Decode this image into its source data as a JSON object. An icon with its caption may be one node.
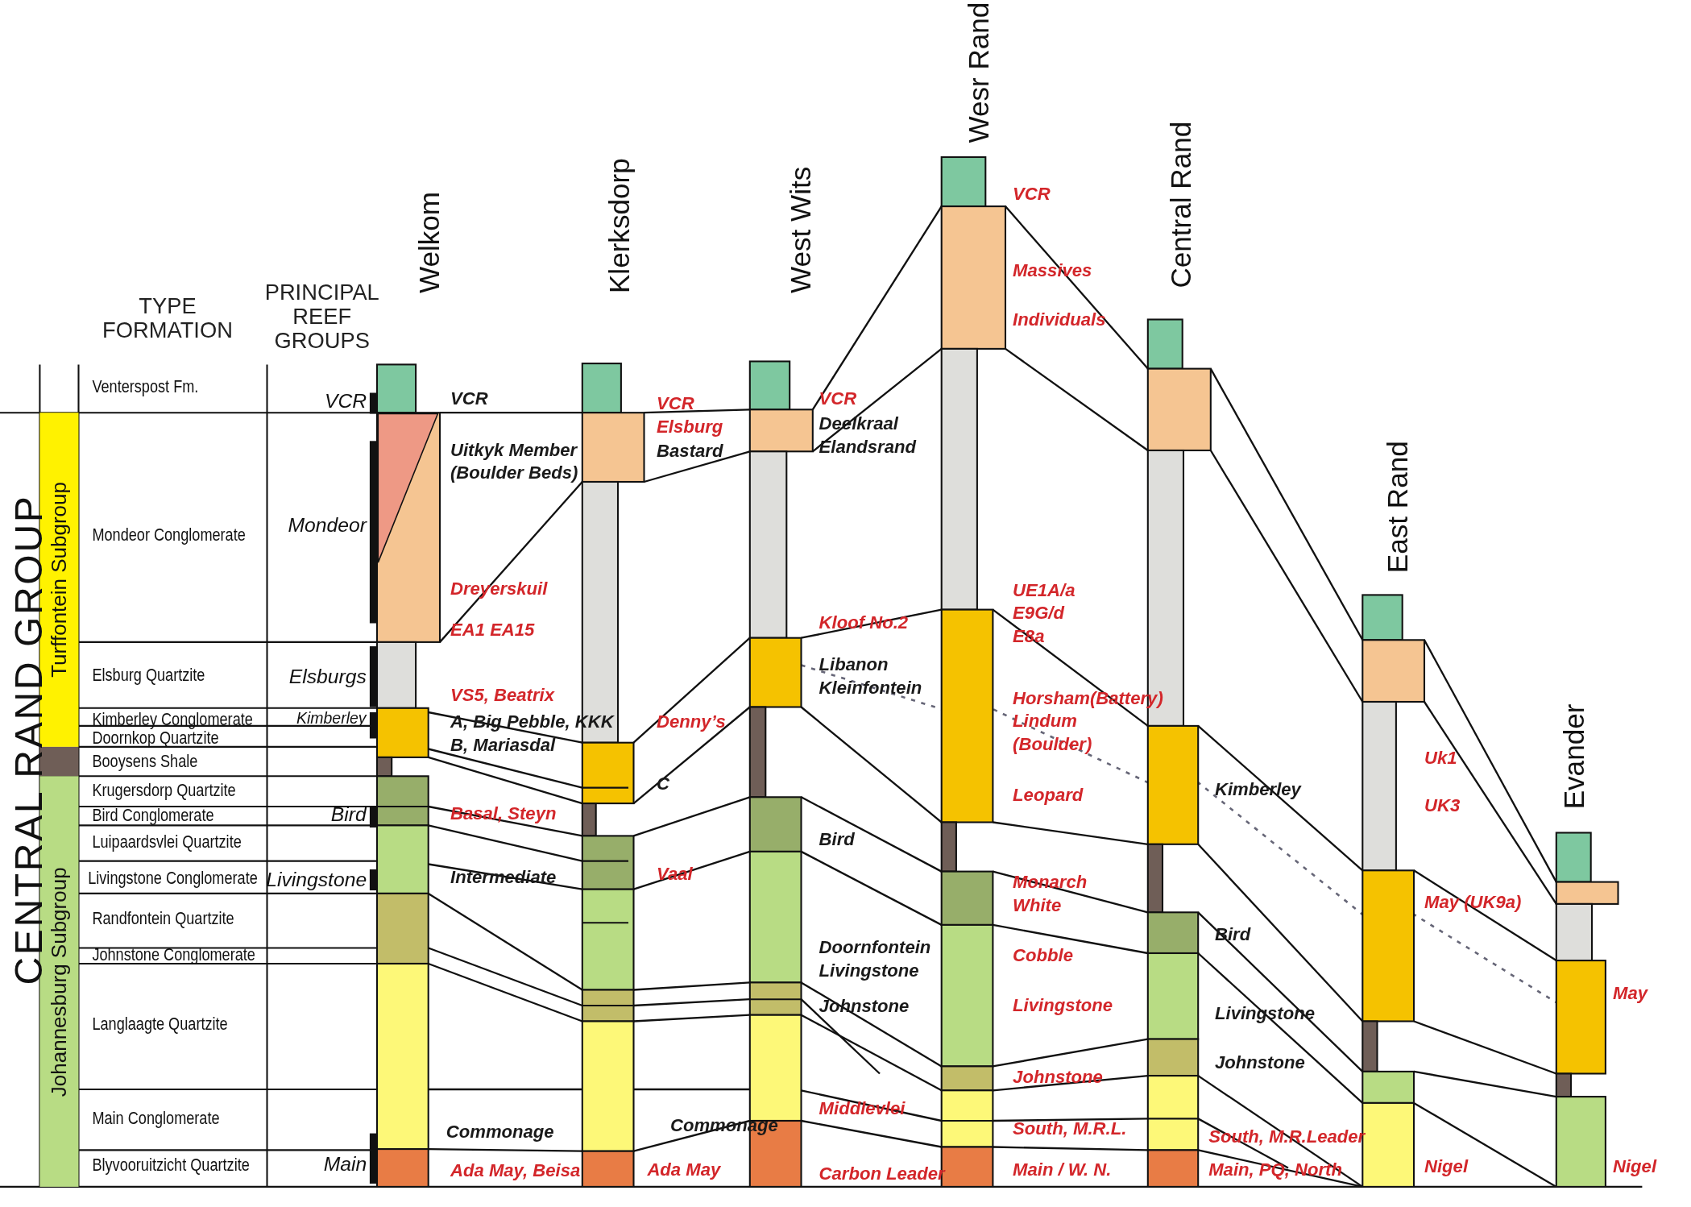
{
  "diagram": {
    "nodes": [
      {
        "text": [
          "Turffontein  Subgroup"
        ]
      },
      {
        "text": [],
        "shape": "bar"
      },
      {
        "text": [
          "Johannesburg  Subgroup"
        ]
      }
    ],
    "labels": [
      "TYPE FORMATION",
      "PRINCIPAL REEF GROUPS",
      "Welkom",
      "Klerksdorp",
      "West Wits",
      "Wesr Rand",
      "Central Rand",
      "East Rand",
      "Evander",
      "CENTRAL RAND GROUP",
      "Venterspost Fm.",
      "VCR",
      "Mondeor  Conglomerate",
      "Mondeor",
      "Elsburg Quartzite",
      "Elsburgs",
      "Kimberley  Conglomerate",
      "Kimberley",
      "Doornkop Quartzite",
      "Booysens Shale",
      "Krugersdorp Quartzite",
      "Bird  Conglomerate",
      "Bird",
      "Luipaardsvlei Quartzite",
      "Livingstone Conglomerate",
      "Livingstone",
      "Randfontein Quartzite",
      "Johnstone Conglomerate",
      "Langlaagte Quartzite",
      "Main  Conglomerate",
      "Blyvooruitzicht Quartzite",
      "Main",
      "VCR",
      "Uitkyk Member (Boulder Beds)",
      "Dreyerskuil",
      "EA1 EA15",
      "VS5, Beatrix",
      "A, Big Pebble, KKK B, Mariasdal",
      "Basal, Steyn",
      "Intermediate",
      "Commonage",
      "Ada May, Beisa",
      "VCR",
      "Elsburg",
      "Bastard",
      "Denny’s",
      "C",
      "Vaal",
      "Commonage",
      "Ada May",
      "VCR",
      "Deelkraal",
      "Elandsrand",
      "Kloof No.2",
      "Libanon Kleinfontein",
      "Bird",
      "Doornfontein Livingstone",
      "Johnstone",
      "Middlevlei",
      "Carbon Leader",
      "VCR",
      "Massives",
      "Individuals",
      "UE1A/a E9G/d E8a",
      "Horsham(Battery) Lindum (Boulder)",
      "Leopard",
      "Monarch White",
      "Cobble",
      "Livingstone",
      "Johnstone",
      "South, M.R.L.",
      "Main / W. N.",
      "Kimberley",
      "Bird",
      "Livingstone",
      "Johnstone",
      "South, M.R.Leader",
      "Main, PQ, North",
      "Uk1",
      "UK3",
      "May (UK9a)",
      "Nigel",
      "May",
      "Nigel"
    ]
  }
}
